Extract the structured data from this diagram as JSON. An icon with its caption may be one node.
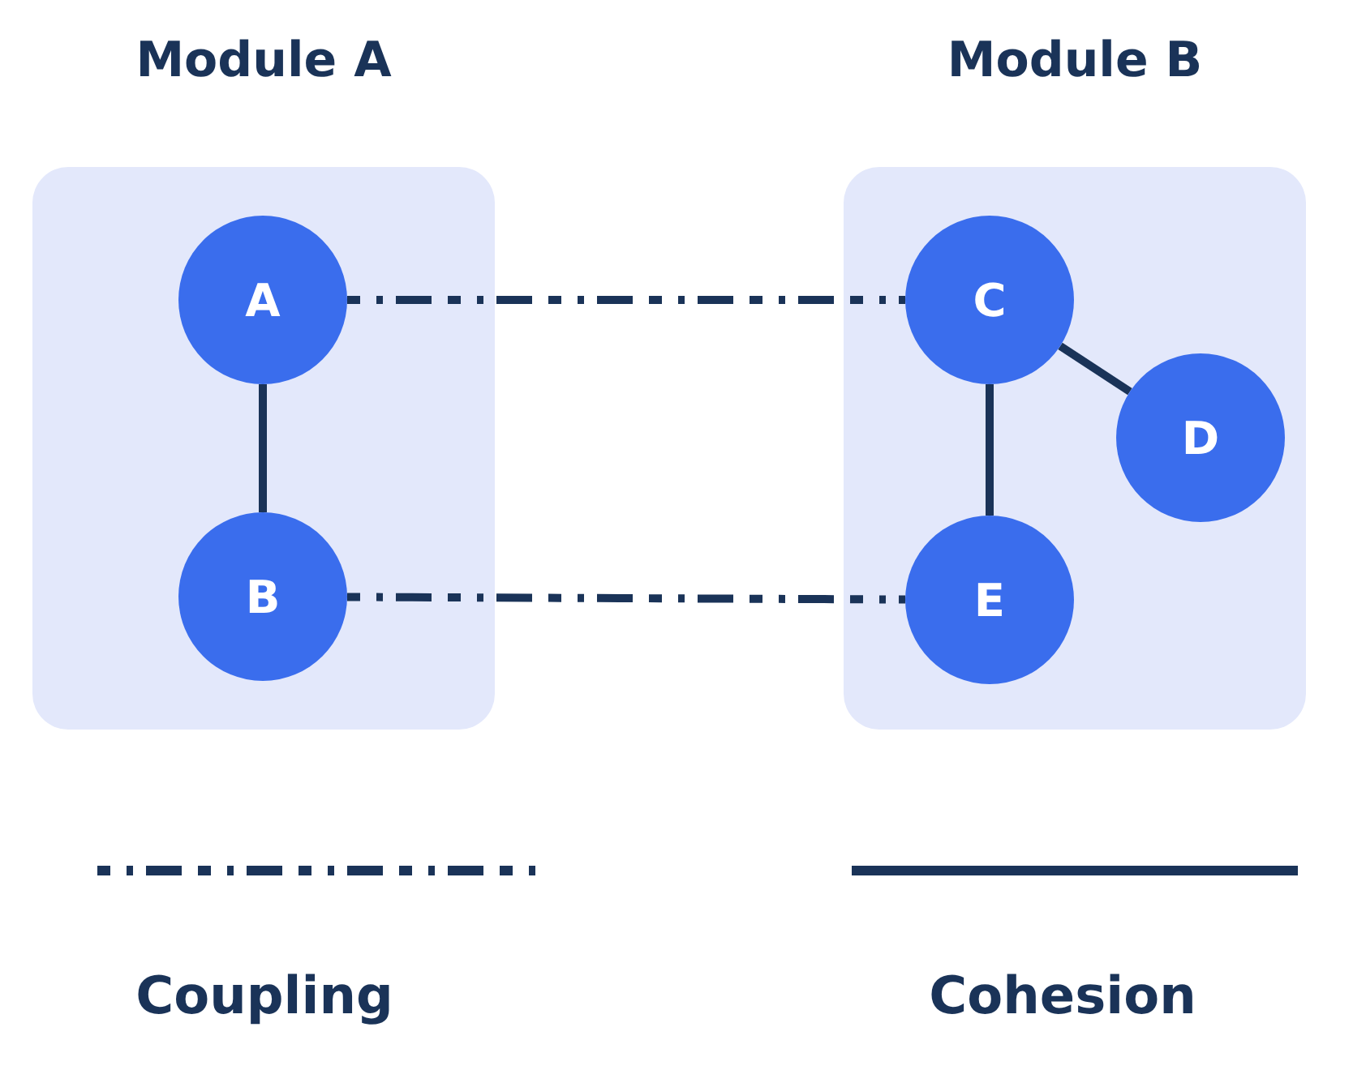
{
  "diagram": {
    "nodes": [
      {
        "text": [
          "Module A"
        ]
      },
      {
        "text": [
          "A"
        ],
        "in": 0
      },
      {
        "text": [
          "B"
        ],
        "in": 0
      },
      {
        "text": [
          "Module B"
        ]
      },
      {
        "text": [
          "C"
        ],
        "in": 3
      },
      {
        "text": [
          "D"
        ],
        "in": 3
      },
      {
        "text": [
          "E"
        ],
        "in": 3
      }
    ],
    "edges": [
      {
        "from": 1,
        "to": 2,
        "arrow": "none"
      },
      {
        "from": 1,
        "to": 4,
        "arrow": "none",
        "style": "dashed"
      },
      {
        "from": 2,
        "to": 6,
        "arrow": "none",
        "style": "dashed"
      },
      {
        "from": 4,
        "to": 5,
        "arrow": "none"
      },
      {
        "from": 4,
        "to": 6,
        "arrow": "none"
      }
    ],
    "legend": [
      {
        "text": "Coupling"
      },
      {
        "text": "Cohesion"
      }
    ]
  }
}
